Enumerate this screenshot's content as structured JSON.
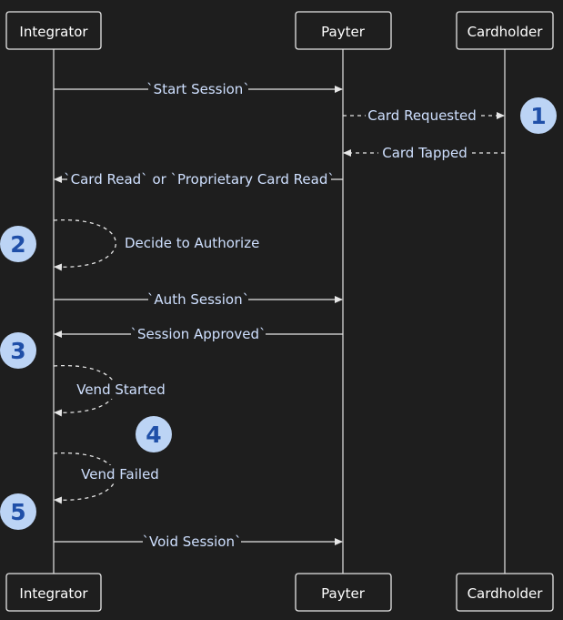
{
  "actors": [
    {
      "id": "integrator",
      "label": "Integrator"
    },
    {
      "id": "payter",
      "label": "Payter"
    },
    {
      "id": "cardholder",
      "label": "Cardholder"
    }
  ],
  "messages": [
    {
      "label": "`Start Session`"
    },
    {
      "label": "Card Requested"
    },
    {
      "label": "Card Tapped"
    },
    {
      "label": "`Card Read` or `Proprietary Card Read`"
    },
    {
      "label": "Decide to Authorize"
    },
    {
      "label": "`Auth Session`"
    },
    {
      "label": "`Session Approved`"
    },
    {
      "label": "Vend Started"
    },
    {
      "label": "Vend Failed"
    },
    {
      "label": "`Void Session`"
    }
  ],
  "badges": [
    "1",
    "2",
    "3",
    "4",
    "5"
  ],
  "colors": {
    "background": "#1e1e1e",
    "line": "#e6e6e6",
    "label": "#cfe0ff",
    "badge_fill": "#bcd4f5",
    "badge_text": "#1f4fa8"
  }
}
